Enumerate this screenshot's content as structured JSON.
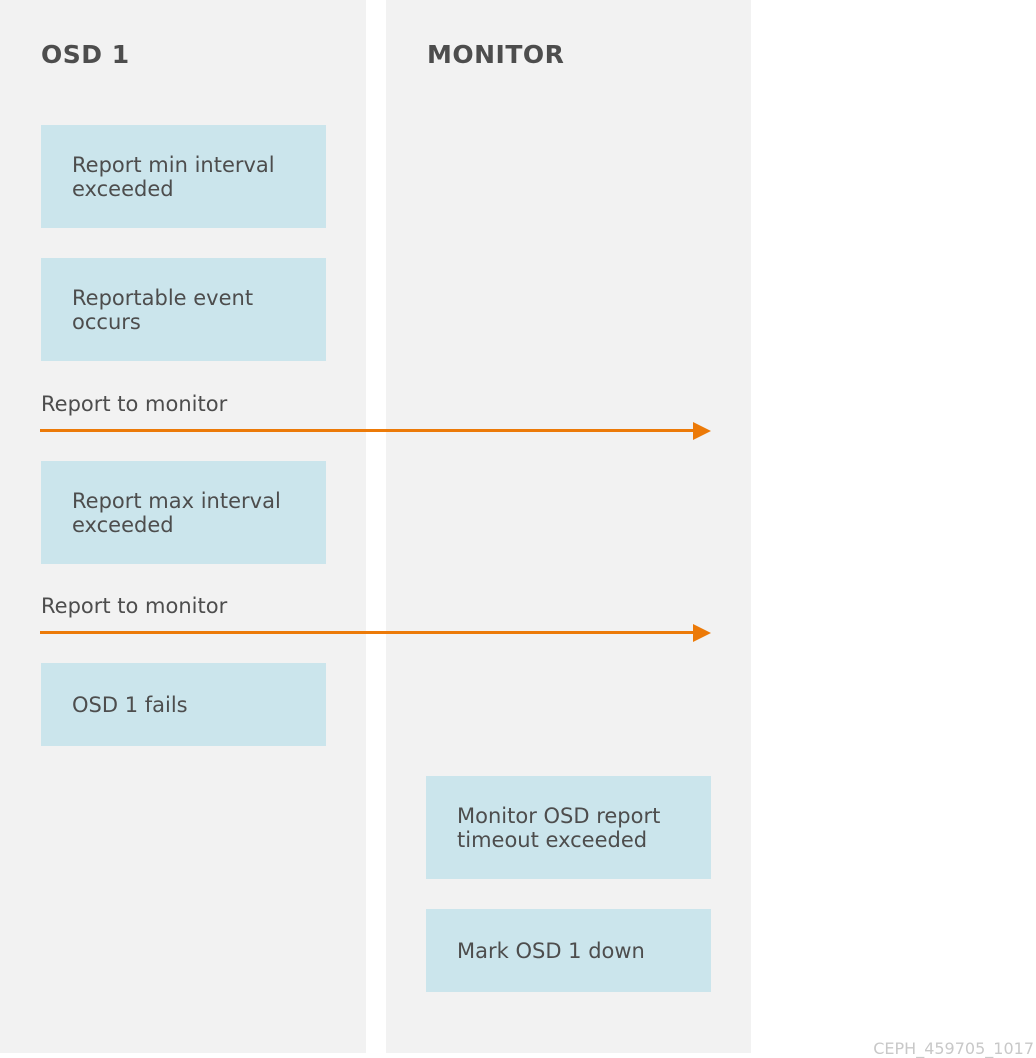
{
  "lanes": {
    "osd": {
      "title": "OSD 1"
    },
    "monitor": {
      "title": "MONITOR"
    }
  },
  "osd_steps": [
    {
      "text": "Report min interval\nexceeded"
    },
    {
      "text": "Reportable event\noccurs"
    },
    {
      "text": "Report max interval\nexceeded"
    },
    {
      "text": "OSD 1 fails"
    }
  ],
  "monitor_steps": [
    {
      "text": "Monitor OSD report\ntimeout exceeded"
    },
    {
      "text": "Mark OSD 1 down"
    }
  ],
  "messages": [
    {
      "label": "Report to monitor"
    },
    {
      "label": "Report to monitor"
    }
  ],
  "watermark": "CEPH_459705_1017",
  "colors": {
    "lane_background": "#f2f2f2",
    "step_box": "#cbe5ec",
    "arrow": "#ec7a08",
    "text": "#4d4d4d"
  }
}
